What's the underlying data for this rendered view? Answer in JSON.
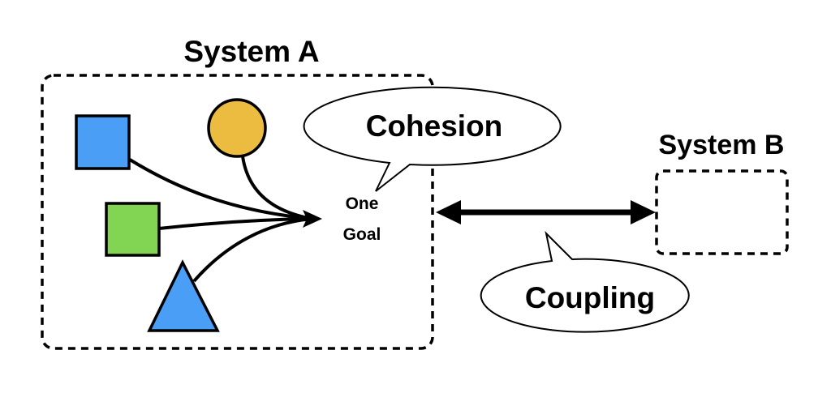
{
  "system_a": {
    "title": "System A",
    "elements": [
      {
        "name": "blue-square",
        "shape": "square",
        "color": "#4a9ef5"
      },
      {
        "name": "yellow-circle",
        "shape": "circle",
        "color": "#ecbc41"
      },
      {
        "name": "green-square",
        "shape": "square",
        "color": "#82d553"
      },
      {
        "name": "blue-triangle",
        "shape": "triangle",
        "color": "#4a9ef5"
      }
    ],
    "goal_lines": [
      "One",
      "Goal"
    ]
  },
  "system_b": {
    "title": "System B"
  },
  "callouts": {
    "cohesion": "Cohesion",
    "coupling": "Coupling"
  },
  "connector": {
    "type": "double-arrow",
    "from": "System A",
    "to": "System B"
  }
}
